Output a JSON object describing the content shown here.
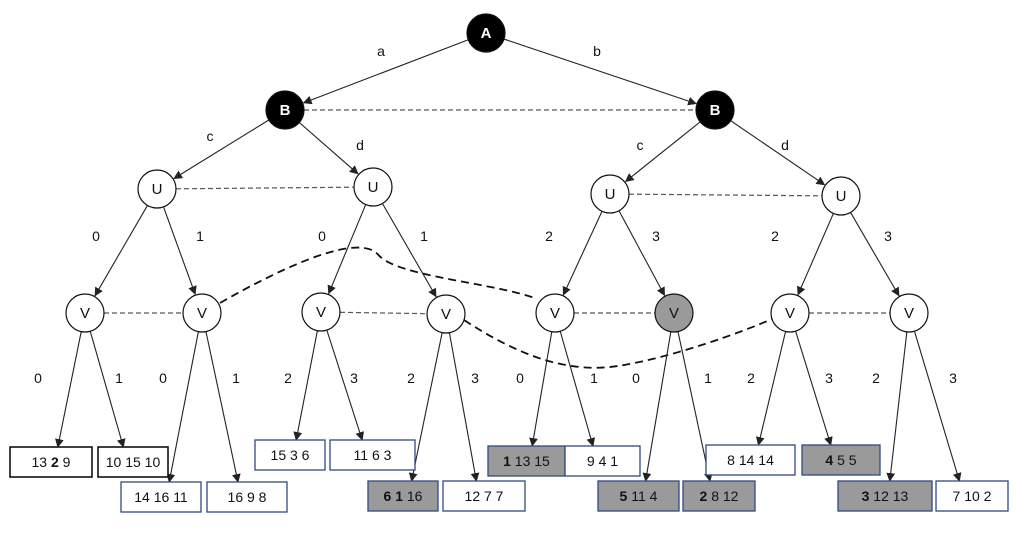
{
  "colors": {
    "black_node": "#000000",
    "white_node": "#ffffff",
    "gray": "#9a9a9a",
    "leaf_border_black": "#111111",
    "leaf_border_blue": "#2f4a80",
    "edge": "#222222",
    "info_dashed": "#555555"
  },
  "nodes": [
    {
      "id": "A",
      "label": "A",
      "style": "black"
    },
    {
      "id": "B1",
      "label": "B",
      "style": "black"
    },
    {
      "id": "B2",
      "label": "B",
      "style": "black"
    },
    {
      "id": "U1",
      "label": "U",
      "style": "white"
    },
    {
      "id": "U2",
      "label": "U",
      "style": "white"
    },
    {
      "id": "U3",
      "label": "U",
      "style": "white"
    },
    {
      "id": "U4",
      "label": "U",
      "style": "white"
    },
    {
      "id": "V1",
      "label": "V",
      "style": "white"
    },
    {
      "id": "V2",
      "label": "V",
      "style": "white"
    },
    {
      "id": "V3",
      "label": "V",
      "style": "white"
    },
    {
      "id": "V4",
      "label": "V",
      "style": "white"
    },
    {
      "id": "V5",
      "label": "V",
      "style": "white"
    },
    {
      "id": "V6",
      "label": "V",
      "style": "gray"
    },
    {
      "id": "V7",
      "label": "V",
      "style": "white"
    },
    {
      "id": "V8",
      "label": "V",
      "style": "white"
    }
  ],
  "leaves": [
    {
      "id": "L1",
      "bold": "2",
      "parts": [
        "13 ",
        "2",
        " 9"
      ],
      "style": "white",
      "border": "black"
    },
    {
      "id": "L2",
      "parts": [
        "10 15 10"
      ],
      "style": "white",
      "border": "black"
    },
    {
      "id": "L3",
      "parts": [
        "14 16 11"
      ],
      "style": "white",
      "border": "blue"
    },
    {
      "id": "L4",
      "parts": [
        "16 9 8"
      ],
      "style": "white",
      "border": "blue"
    },
    {
      "id": "L5",
      "parts": [
        "15 3 6"
      ],
      "style": "white",
      "border": "blue"
    },
    {
      "id": "L6",
      "parts": [
        "11 6 3"
      ],
      "style": "white",
      "border": "blue"
    },
    {
      "id": "L7",
      "parts": [
        "6 1",
        " 16"
      ],
      "boldIndex": 0,
      "style": "gray",
      "border": "blue"
    },
    {
      "id": "L8",
      "parts": [
        "12 7 7"
      ],
      "style": "white",
      "border": "blue"
    },
    {
      "id": "L9",
      "parts": [
        "1",
        " 13 15"
      ],
      "boldIndex": 0,
      "style": "gray",
      "border": "blue"
    },
    {
      "id": "L10",
      "parts": [
        "9 4 1"
      ],
      "style": "white",
      "border": "blue"
    },
    {
      "id": "L11",
      "parts": [
        "5",
        " 11 4"
      ],
      "boldIndex": 0,
      "style": "gray",
      "border": "blue"
    },
    {
      "id": "L12",
      "parts": [
        "2",
        " 8 12"
      ],
      "boldIndex": 0,
      "style": "gray",
      "border": "blue"
    },
    {
      "id": "L13",
      "parts": [
        "8 14 14"
      ],
      "style": "white",
      "border": "blue"
    },
    {
      "id": "L14",
      "parts": [
        "4",
        " 5 5"
      ],
      "boldIndex": 0,
      "style": "gray",
      "border": "blue"
    },
    {
      "id": "L15",
      "parts": [
        "3",
        " 12 13"
      ],
      "boldIndex": 0,
      "style": "gray",
      "border": "blue"
    },
    {
      "id": "L16",
      "parts": [
        "7 10 2"
      ],
      "style": "white",
      "border": "blue"
    }
  ],
  "edges": [
    {
      "from": "A",
      "to": "B1",
      "label": "a"
    },
    {
      "from": "A",
      "to": "B2",
      "label": "b"
    },
    {
      "from": "B1",
      "to": "U1",
      "label": "c"
    },
    {
      "from": "B1",
      "to": "U2",
      "label": "d"
    },
    {
      "from": "B2",
      "to": "U3",
      "label": "c"
    },
    {
      "from": "B2",
      "to": "U4",
      "label": "d"
    },
    {
      "from": "U1",
      "to": "V1",
      "label": "0"
    },
    {
      "from": "U1",
      "to": "V2",
      "label": "1"
    },
    {
      "from": "U2",
      "to": "V3",
      "label": "0"
    },
    {
      "from": "U2",
      "to": "V4",
      "label": "1"
    },
    {
      "from": "U3",
      "to": "V5",
      "label": "2"
    },
    {
      "from": "U3",
      "to": "V6",
      "label": "3"
    },
    {
      "from": "U4",
      "to": "V7",
      "label": "2"
    },
    {
      "from": "U4",
      "to": "V8",
      "label": "3"
    },
    {
      "from": "V1",
      "to": "L1",
      "label": "0"
    },
    {
      "from": "V1",
      "to": "L2",
      "label": "1"
    },
    {
      "from": "V2",
      "to": "L3",
      "label": "0"
    },
    {
      "from": "V2",
      "to": "L4",
      "label": "1"
    },
    {
      "from": "V3",
      "to": "L5",
      "label": "2"
    },
    {
      "from": "V3",
      "to": "L6",
      "label": "3"
    },
    {
      "from": "V4",
      "to": "L7",
      "label": "2"
    },
    {
      "from": "V4",
      "to": "L8",
      "label": "3"
    },
    {
      "from": "V5",
      "to": "L9",
      "label": "0"
    },
    {
      "from": "V5",
      "to": "L10",
      "label": "1"
    },
    {
      "from": "V6",
      "to": "L11",
      "label": "0"
    },
    {
      "from": "V6",
      "to": "L12",
      "label": "1"
    },
    {
      "from": "V7",
      "to": "L13",
      "label": "2"
    },
    {
      "from": "V7",
      "to": "L14",
      "label": "3"
    },
    {
      "from": "V8",
      "to": "L15",
      "label": "2"
    },
    {
      "from": "V8",
      "to": "L16",
      "label": "3"
    }
  ],
  "info_sets": [
    {
      "from": "B1",
      "to": "B2"
    },
    {
      "from": "U1",
      "to": "U2"
    },
    {
      "from": "U3",
      "to": "U4"
    },
    {
      "from": "V1",
      "to": "V2"
    },
    {
      "from": "V3",
      "to": "V4"
    },
    {
      "from": "V5",
      "to": "V6"
    },
    {
      "from": "V7",
      "to": "V8"
    }
  ],
  "curved_info_sets": [
    {
      "from": "V2",
      "to": "V5"
    },
    {
      "from": "V4",
      "to": "V7"
    }
  ]
}
